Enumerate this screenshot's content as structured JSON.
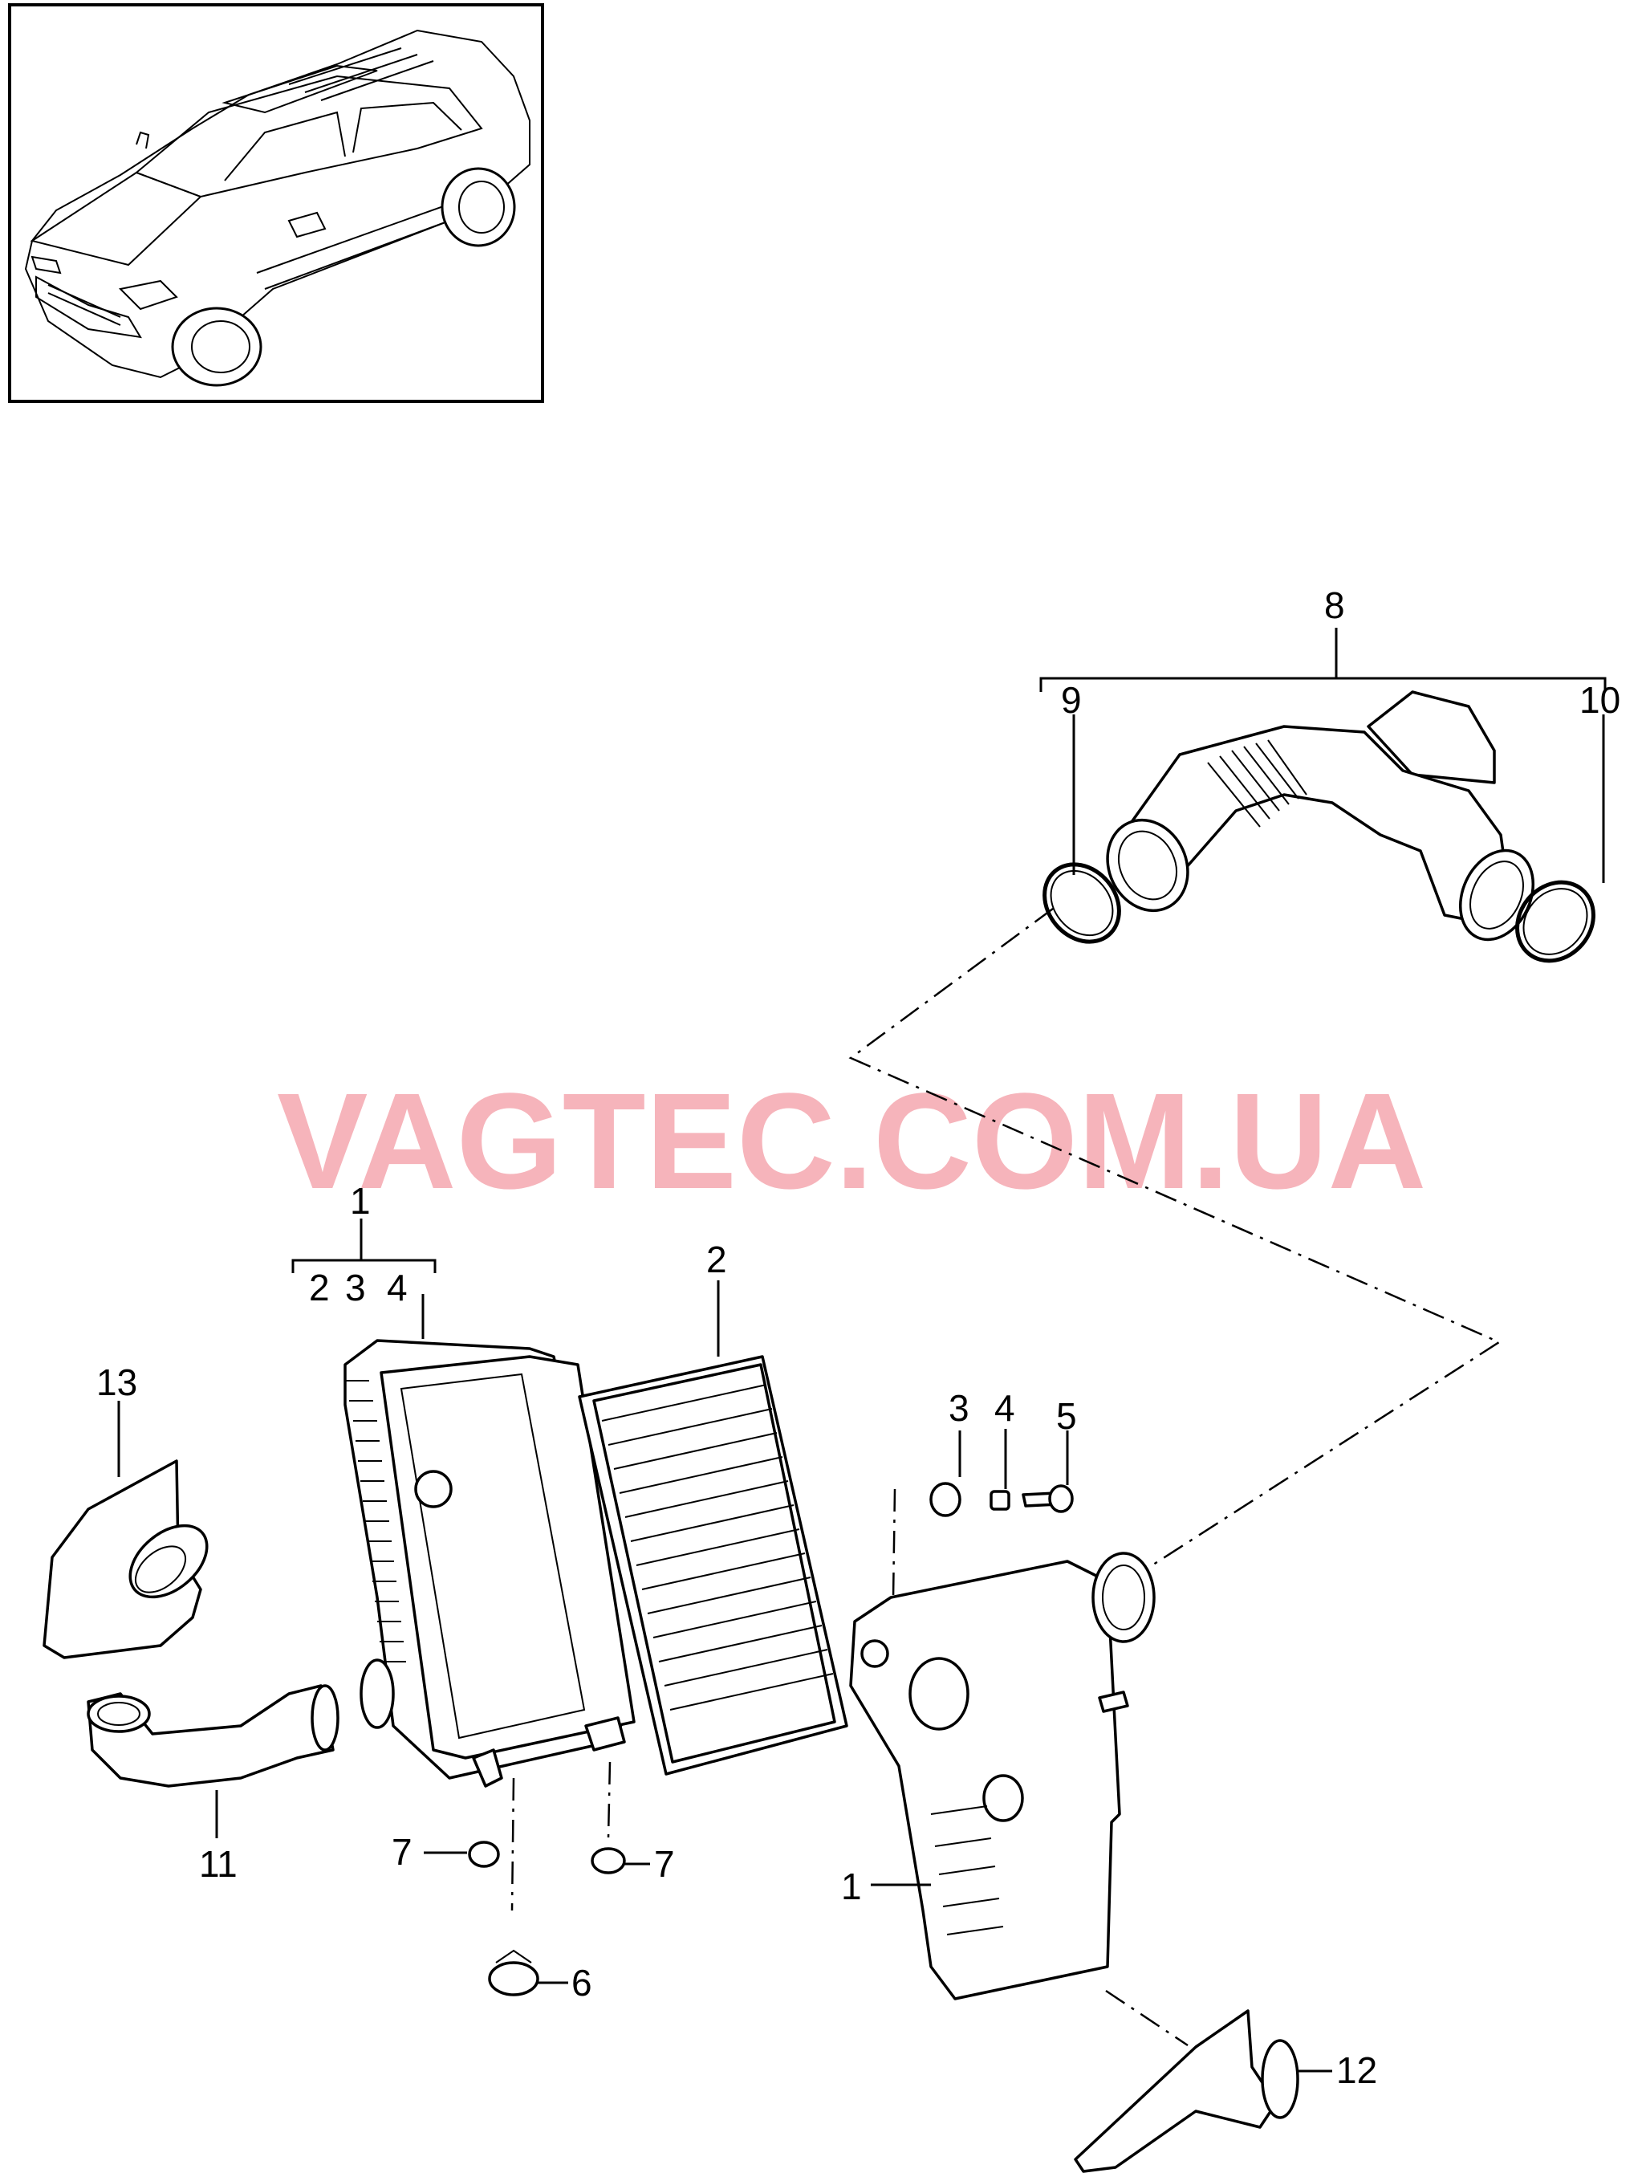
{
  "watermark": "VAGTEC.COM.UA",
  "callouts": {
    "c1_group": "1",
    "c1_sub2": "2",
    "c1_sub3": "3",
    "c1_sub4": "4",
    "c2": "2",
    "c3": "3",
    "c4": "4",
    "c5": "5",
    "c6": "6",
    "c7_left": "7",
    "c7_right": "7",
    "c8": "8",
    "c9": "9",
    "c10": "10",
    "c11": "11",
    "c12": "12",
    "c13": "13",
    "c1_housing": "1"
  }
}
